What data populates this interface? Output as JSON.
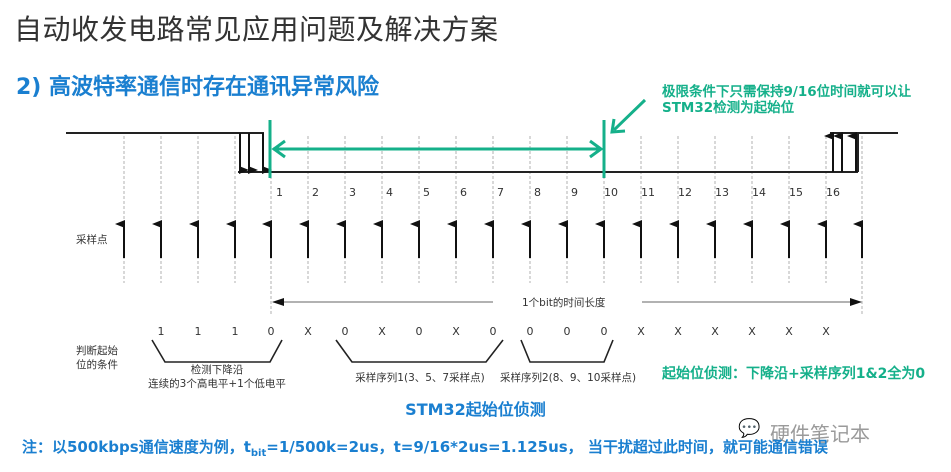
{
  "header": {
    "title": "自动收发电路常见应用问题及解决方案",
    "subtitle": "2) 高波特率通信时存在通讯异常风险"
  },
  "callout": {
    "line1": "极限条件下只需保持9/16位时间就可以让",
    "line2": "STM32检测为起始位"
  },
  "diagram": {
    "bit_numbers": [
      "1",
      "2",
      "3",
      "4",
      "5",
      "6",
      "7",
      "8",
      "9",
      "10",
      "11",
      "12",
      "13",
      "14",
      "15",
      "16"
    ],
    "sample_label": "采样点",
    "sample_count": 21,
    "bit_time_label": "1个bit的时间长度",
    "condition_label_line1": "判断起始",
    "condition_label_line2": "位的条件",
    "sample_values": [
      "1",
      "1",
      "1",
      "0",
      "X",
      "0",
      "X",
      "0",
      "X",
      "0",
      "0",
      "0",
      "0",
      "X",
      "X",
      "X",
      "X",
      "X",
      "X"
    ],
    "bracket1_line1": "检测下降沿",
    "bracket1_line2": "连续的3个高电平+1个低电平",
    "bracket2_label": "采样序列1(3、5、7采样点)",
    "bracket3_label": "采样序列2(8、9、10采样点)",
    "detect_rule": "起始位侦测：下降沿+采样序列1&2全为0",
    "colors": {
      "accent_green": "#15b08a",
      "accent_blue": "#1a7fd0",
      "signal": "#222222",
      "grid": "#b0b0b0"
    }
  },
  "caption": "STM32起始位侦测",
  "note": {
    "prefix": "注：以500kbps通信速度为例，t",
    "sub": "bit",
    "suffix": "=1/500k=2us，t=9/16*2us=1.125us， 当干扰超过此时间，就可能通信错误"
  },
  "watermark": {
    "icon": "wechat-icon",
    "text": "硬件笔记本"
  }
}
